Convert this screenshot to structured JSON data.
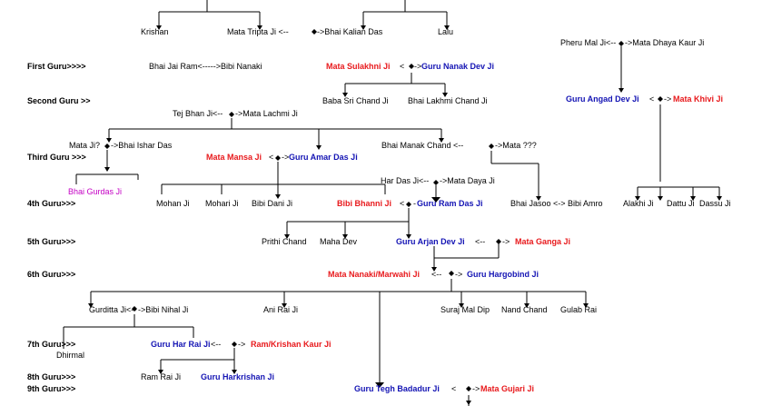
{
  "generations": {
    "first": "First Guru>>>>",
    "second": "Second Guru >>",
    "third": "Third Guru >>>",
    "fourth": "4th Guru>>>",
    "fifth": "5th Guru>>>",
    "sixth": "6th Guru>>>",
    "seventh": "7th Guru>>>",
    "eighth": "8th Guru>>>",
    "ninth": "9th Guru>>>"
  },
  "people": {
    "top_left": "Krishan",
    "tripta_couple": "Mata Tripta Ji <--",
    "kalian_das": "->Bhai Kalian Das",
    "lalu": "Lalu",
    "jai_ram": "Bhai Jai Ram<----->Bibi Nanaki",
    "sulakhni": "Mata Sulakhni Ji",
    "nanak": "Guru Nanak Dev Ji",
    "sri_chand": "Baba Sri Chand Ji",
    "lakhmi_chand": "Bhai Lakhmi Chand Ji",
    "pheru_mal": "Pheru Mal Ji<--",
    "dhaya_kaur": "->Mata Dhaya Kaur Ji",
    "angad": "Guru Angad Dev Ji",
    "khivi": "Mata Khivi Ji",
    "tej_bhan": "Tej Bhan Ji<--",
    "lachmi": "->Mata Lachmi Ji",
    "mata_ji": "Mata Ji?",
    "ishar_das": "->Bhai Ishar Das",
    "mansa": "Mata Mansa Ji",
    "amar_das": "Guru Amar Das Ji",
    "manak_chand": "Bhai Manak Chand <--",
    "mata_q": "->Mata ???",
    "gurdas": "Bhai Gurdas Ji",
    "har_das": "Har Das Ji<--",
    "daya": "->Mata Daya Ji",
    "mohan": "Mohan Ji",
    "mohari": "Mohari Ji",
    "dani": "Bibi Dani Ji",
    "bhani": "Bibi Bhanni Ji",
    "ram_das": "Guru Ram Das Ji",
    "jasoo": "Bhai Jasoo <-> Bibi Amro",
    "alakhi": "Alakhi Ji",
    "dattu": "Dattu Ji",
    "dassu": "Dassu Ji",
    "prithi_chand": "Prithi Chand",
    "maha_dev": "Maha Dev",
    "arjan": "Guru Arjan Dev Ji",
    "ganga": "Mata Ganga Ji",
    "nanaki": "Mata Nanaki/Marwahi Ji",
    "hargobind": "Guru Hargobind Ji",
    "gurditta": "Gurditta Ji<--",
    "nihal": "->Bibi Nihal Ji",
    "ani_rai": "Ani Rai Ji",
    "suraj_mal": "Suraj Mal Dip",
    "nand_chand": "Nand Chand",
    "gulab_rai": "Gulab Rai",
    "dhirmal": "Dhirmal",
    "har_rai": "Guru Har Rai Ji",
    "krishan_kaur": "Ram/Krishan Kaur Ji",
    "ram_rai": "Ram Rai Ji",
    "harkrishan": "Guru Harkrishan Ji",
    "tegh_bahadur": "Guru Tegh Badadur Ji",
    "gujari": "Mata Gujari Ji"
  },
  "connectors": {
    "left_link": "<--",
    "right_link": "->",
    "short_left": "<",
    "dash": "-"
  },
  "colors": {
    "line": "#000000",
    "guru": "#1414b4",
    "mata": "#e8191c",
    "other": "#c400c4"
  }
}
